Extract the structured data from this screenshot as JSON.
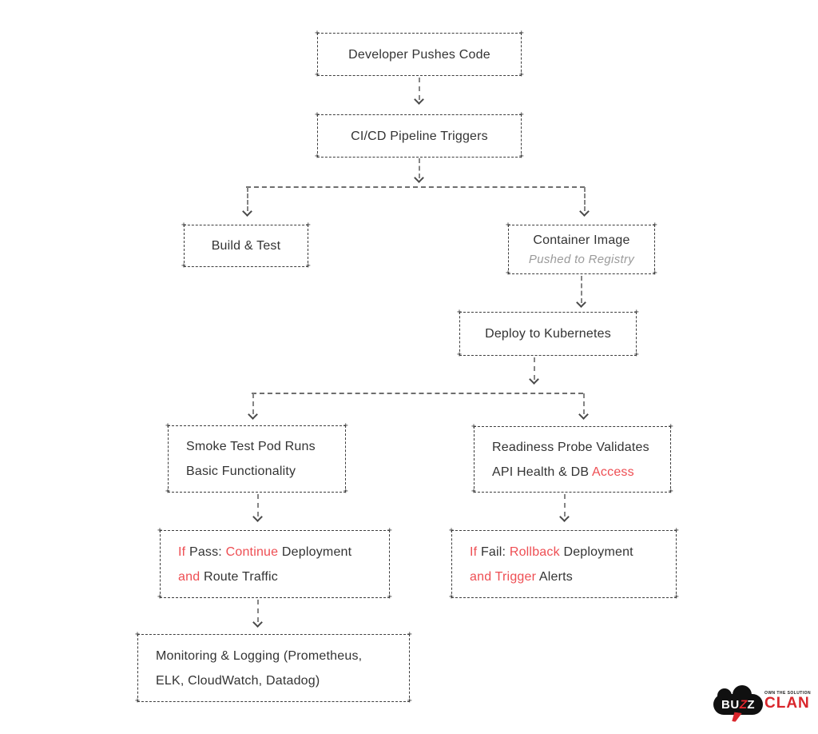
{
  "colors": {
    "background": "#ffffff",
    "box_border": "#3d3d3d",
    "text_dark": "#333333",
    "accent_red": "#ee4e53",
    "muted_gray": "#9b9b9b",
    "connector_gray": "#858585",
    "logo_black": "#101010",
    "logo_red": "#d9262c"
  },
  "nodes": {
    "developer": {
      "label": "Developer Pushes Code"
    },
    "cicd": {
      "label": "CI/CD Pipeline Triggers"
    },
    "build": {
      "label": "Build & Test"
    },
    "container": {
      "title": "Container Image",
      "subtitle": "Pushed to Registry"
    },
    "deploy": {
      "label": "Deploy to Kubernetes"
    },
    "smoke": {
      "line1": "Smoke Test Pod Runs",
      "line2": "Basic Functionality"
    },
    "readiness": {
      "line1": "Readiness Probe Validates",
      "line2_dark": "API Health & DB ",
      "line2_red": "Access"
    },
    "if_pass": {
      "seg1_red": "If",
      "seg2_dark": " Pass: ",
      "seg3_red": "Continue",
      "seg4_dark": " Deployment",
      "seg5_red": "and",
      "seg6_dark": " Route Traffic"
    },
    "if_fail": {
      "seg1_red": "If",
      "seg2_dark": " Fail: ",
      "seg3_red": "Rollback",
      "seg4_dark": " Deployment",
      "seg5_red": "and Trigger",
      "seg6_dark": " Alerts"
    },
    "monitoring": {
      "line1": "Monitoring & Logging (Prometheus,",
      "line2": "ELK, CloudWatch, Datadog)"
    }
  },
  "logo": {
    "bu": "BU",
    "bolt_z": "Z",
    "z2": "Z",
    "clan": "CLAN",
    "tagline": "OWN THE SOLUTION"
  }
}
